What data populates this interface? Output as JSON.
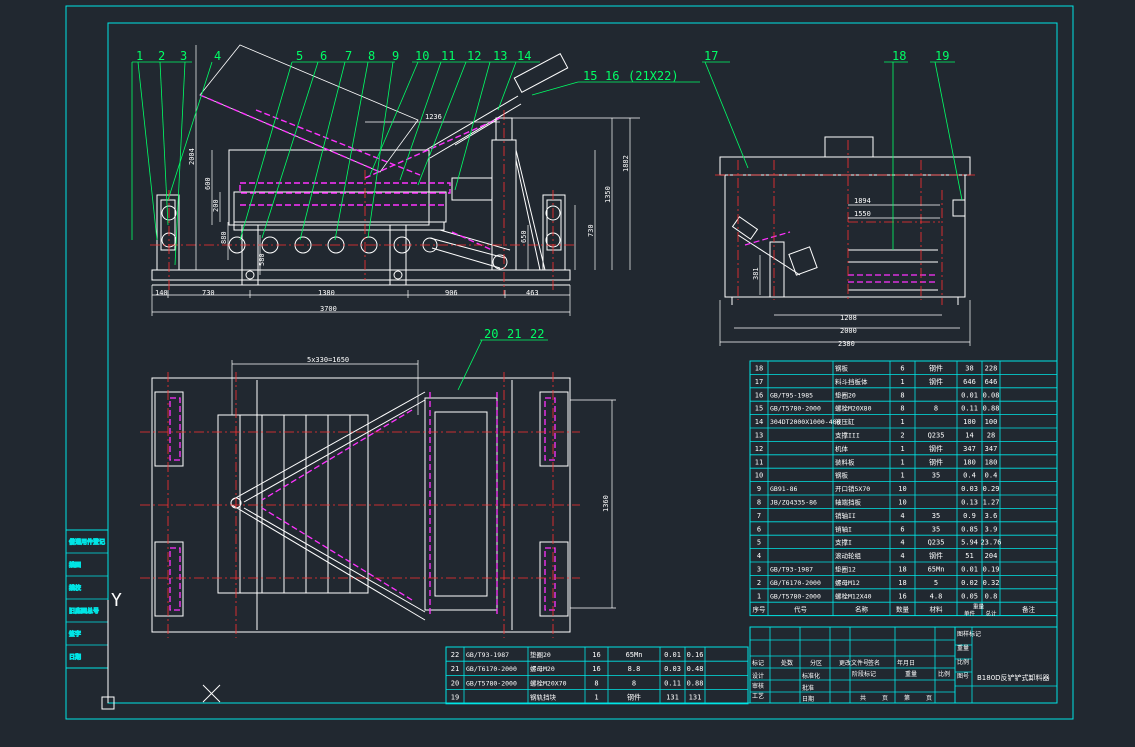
{
  "colors": {
    "background": "#212830",
    "frame": "#00e5e5",
    "part": "#ffffff",
    "hidden": "#ff33ff",
    "center": "#ff3030",
    "dimension": "#ffffff",
    "leader": "#00ff66",
    "label": "#00ff66",
    "table": "#00e5e5",
    "table_text": "#ffffff"
  },
  "balloons_front": [
    "1",
    "2",
    "3",
    "4",
    "5",
    "6",
    "7",
    "8",
    "9",
    "10",
    "11",
    "12",
    "13",
    "14",
    "15",
    "16"
  ],
  "balloon_16_note": "(21X22)",
  "balloons_side": [
    "17",
    "18",
    "19"
  ],
  "balloons_top": [
    "20",
    "21",
    "22"
  ],
  "dims_front": {
    "d1236": "1236",
    "d2004": "2004",
    "d600": "600",
    "d200": "200",
    "d880": "880",
    "d580": "580",
    "d1882": "1882",
    "d1350": "1350",
    "d650": "650",
    "d730v": "730",
    "seg": [
      "140",
      "730",
      "1380",
      "906",
      "463"
    ],
    "overall": "3700"
  },
  "dims_side": {
    "d1894": "1894",
    "d1550": "1550",
    "d381": "381",
    "d1208": "1208",
    "d2000": "2000",
    "d2380": "2380"
  },
  "dims_top": {
    "pitch": "5x330=1650",
    "d1360": "1360"
  },
  "parts_table": [
    {
      "no": "18",
      "code": "",
      "name": "钢板",
      "qty": "6",
      "mat": "钢件",
      "w1": "38",
      "w2": "228"
    },
    {
      "no": "17",
      "code": "",
      "name": "料斗挡板体",
      "qty": "1",
      "mat": "钢件",
      "w1": "646",
      "w2": "646"
    },
    {
      "no": "16",
      "code": "GB/T95-1985",
      "name": "垫圈20",
      "qty": "8",
      "mat": "",
      "w1": "0.01",
      "w2": "0.08"
    },
    {
      "no": "15",
      "code": "GB/T5780-2000",
      "name": "螺栓M20X80",
      "qty": "8",
      "mat": "8",
      "w1": "0.11",
      "w2": "0.88"
    },
    {
      "no": "14",
      "code": "304DT2000X1000-400",
      "name": "液压缸",
      "qty": "1",
      "mat": "",
      "w1": "100",
      "w2": "100"
    },
    {
      "no": "13",
      "code": "",
      "name": "支撑III",
      "qty": "2",
      "mat": "Q235",
      "w1": "14",
      "w2": "28"
    },
    {
      "no": "12",
      "code": "",
      "name": "机体",
      "qty": "1",
      "mat": "钢件",
      "w1": "347",
      "w2": "347"
    },
    {
      "no": "11",
      "code": "",
      "name": "装料板",
      "qty": "1",
      "mat": "钢件",
      "w1": "180",
      "w2": "180"
    },
    {
      "no": "10",
      "code": "",
      "name": "钢板",
      "qty": "1",
      "mat": "35",
      "w1": "0.4",
      "w2": "0.4"
    },
    {
      "no": "9",
      "code": "GB91-86",
      "name": "开口销5X70",
      "qty": "10",
      "mat": "",
      "w1": "0.03",
      "w2": "0.29"
    },
    {
      "no": "8",
      "code": "JB/ZQ4335-86",
      "name": "轴端挡板",
      "qty": "10",
      "mat": "",
      "w1": "0.13",
      "w2": "1.27"
    },
    {
      "no": "7",
      "code": "",
      "name": "销轴II",
      "qty": "4",
      "mat": "35",
      "w1": "0.9",
      "w2": "3.6"
    },
    {
      "no": "6",
      "code": "",
      "name": "销轴I",
      "qty": "6",
      "mat": "35",
      "w1": "0.85",
      "w2": "3.9"
    },
    {
      "no": "5",
      "code": "",
      "name": "支撑I",
      "qty": "4",
      "mat": "Q235",
      "w1": "5.94",
      "w2": "23.76"
    },
    {
      "no": "4",
      "code": "",
      "name": "滚动轮组",
      "qty": "4",
      "mat": "钢件",
      "w1": "51",
      "w2": "204"
    },
    {
      "no": "3",
      "code": "GB/T93-1987",
      "name": "垫圈12",
      "qty": "18",
      "mat": "65Mn",
      "w1": "0.01",
      "w2": "0.19"
    },
    {
      "no": "2",
      "code": "GB/T6170-2000",
      "name": "螺母M12",
      "qty": "18",
      "mat": "5",
      "w1": "0.02",
      "w2": "0.32"
    },
    {
      "no": "1",
      "code": "GB/T5780-2000",
      "name": "螺栓M12X40",
      "qty": "16",
      "mat": "4.8",
      "w1": "0.05",
      "w2": "0.8"
    }
  ],
  "parts_table_header": {
    "no": "序号",
    "code": "代号",
    "name": "名称",
    "qty": "数量",
    "mat": "材料",
    "w1": "单件",
    "w2": "总计",
    "weight": "重量",
    "remark": "备注"
  },
  "lower_table": [
    {
      "no": "22",
      "code": "GB/T93-1987",
      "name": "垫圈20",
      "qty": "16",
      "mat": "65Mn",
      "w1": "0.01",
      "w2": "0.16"
    },
    {
      "no": "21",
      "code": "GB/T6170-2000",
      "name": "螺母M20",
      "qty": "16",
      "mat": "8.8",
      "w1": "0.03",
      "w2": "0.48"
    },
    {
      "no": "20",
      "code": "GB/T5780-2000",
      "name": "螺栓M20X70",
      "qty": "8",
      "mat": "8",
      "w1": "0.11",
      "w2": "0.88"
    },
    {
      "no": "19",
      "code": "",
      "name": "钢轨挡块",
      "qty": "1",
      "mat": "钢件",
      "w1": "131",
      "w2": "131"
    }
  ],
  "title_block": {
    "drawing_title": "B180D反铲铲式卸料器",
    "row_labels": [
      "标记",
      "处数",
      "分区",
      "更改文件号",
      "签名",
      "年月日"
    ],
    "roles": [
      "设计",
      "审核",
      "工艺"
    ],
    "std": "标准化",
    "approve": "批准",
    "date": "日期",
    "stage": "阶段标记",
    "weight": "重量",
    "scale": "比例",
    "sheet": [
      "共",
      "页",
      "第",
      "页"
    ],
    "right_col": [
      "图样标记",
      "重量",
      "比例",
      "图号"
    ]
  },
  "side_stamp": [
    "借通用件登记",
    "描图",
    "描校",
    "旧底图总号",
    "签字",
    "日期"
  ],
  "axis_label": "Y"
}
